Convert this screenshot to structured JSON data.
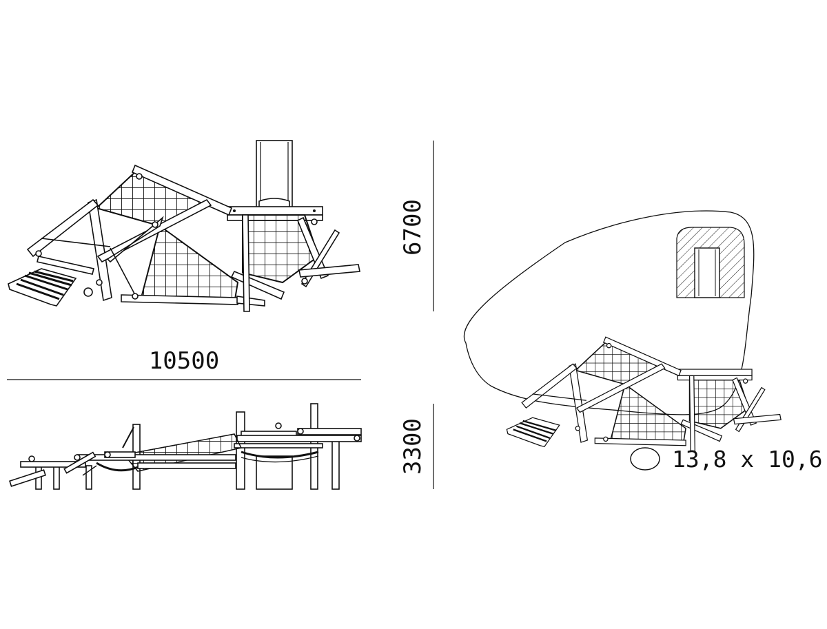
{
  "dimensions": {
    "width": "10500",
    "depth": "6700",
    "height": "3300"
  },
  "safety_area": {
    "label": "13,8 x 10,6"
  },
  "colors": {
    "line": "#111111",
    "background": "#ffffff",
    "hatch": "#111111"
  },
  "icons": {
    "safety_area_symbol": "ellipse-icon"
  }
}
